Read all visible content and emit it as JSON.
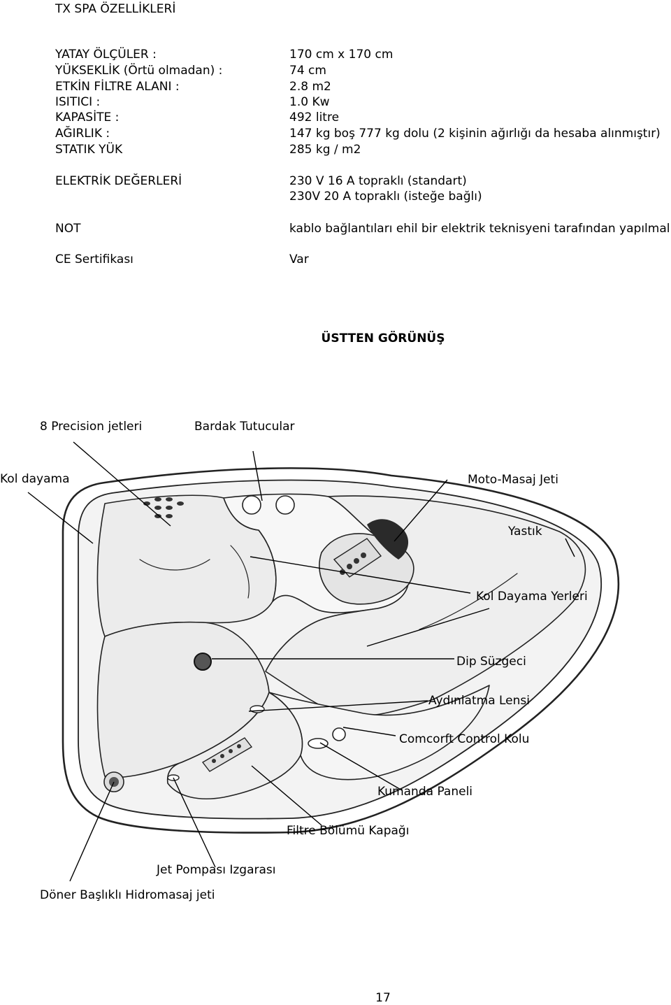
{
  "document": {
    "title": "TX SPA ÖZELLİKLERİ",
    "specs": [
      {
        "label": "YATAY ÖLÇÜLER :",
        "value": "170 cm x 170 cm"
      },
      {
        "label": "YÜKSEKLİK (Örtü olmadan)  :",
        "value": "74 cm"
      },
      {
        "label": "ETKİN FİLTRE ALANI  :",
        "value": "2.8 m2"
      },
      {
        "label": "ISITICI  :",
        "value": "1.0 Kw"
      },
      {
        "label": "KAPASİTE   :",
        "value": "492 litre"
      },
      {
        "label": "AĞIRLIK  :",
        "value": "147 kg boş 777 kg dolu (2 kişinin ağırlığı da hesaba alınmıştır)"
      },
      {
        "label": "STATIK YÜK",
        "value": "285 kg / m2"
      }
    ],
    "electrical": {
      "label": "ELEKTRİK DEĞERLERİ",
      "values": [
        "230 V 16 A topraklı (standart)",
        "230V 20 A topraklı (isteğe bağlı)"
      ]
    },
    "note": {
      "label": "NOT",
      "value": "kablo bağlantıları ehil bir elektrik teknisyeni tarafından yapılmalıdır."
    },
    "ce": {
      "label": "CE Sertifikası",
      "value": "Var"
    },
    "section_heading": "ÜSTTEN GÖRÜNÜŞ",
    "page_number": "17"
  },
  "diagram": {
    "labels": {
      "precision_jets": "8 Precision jetleri",
      "cup_holders": "Bardak Tutucular",
      "armrest": "Kol dayama",
      "moto_massage_jet": "Moto-Masaj Jeti",
      "pillow": "Yastık",
      "armrest_places": "Kol Dayama Yerleri",
      "bottom_filter": "Dip Süzgeci",
      "light_lens": "Aydınlatma Lensi",
      "comfort_control": "Comcorft Control Kolu",
      "control_panel": "Kumanda Paneli",
      "filter_cover": "Filtre Bölümü Kapağı",
      "jet_pump_grill": "Jet Pompası Izgarası",
      "rotating_jet": "Döner Başlıklı Hidromasaj jeti"
    }
  }
}
